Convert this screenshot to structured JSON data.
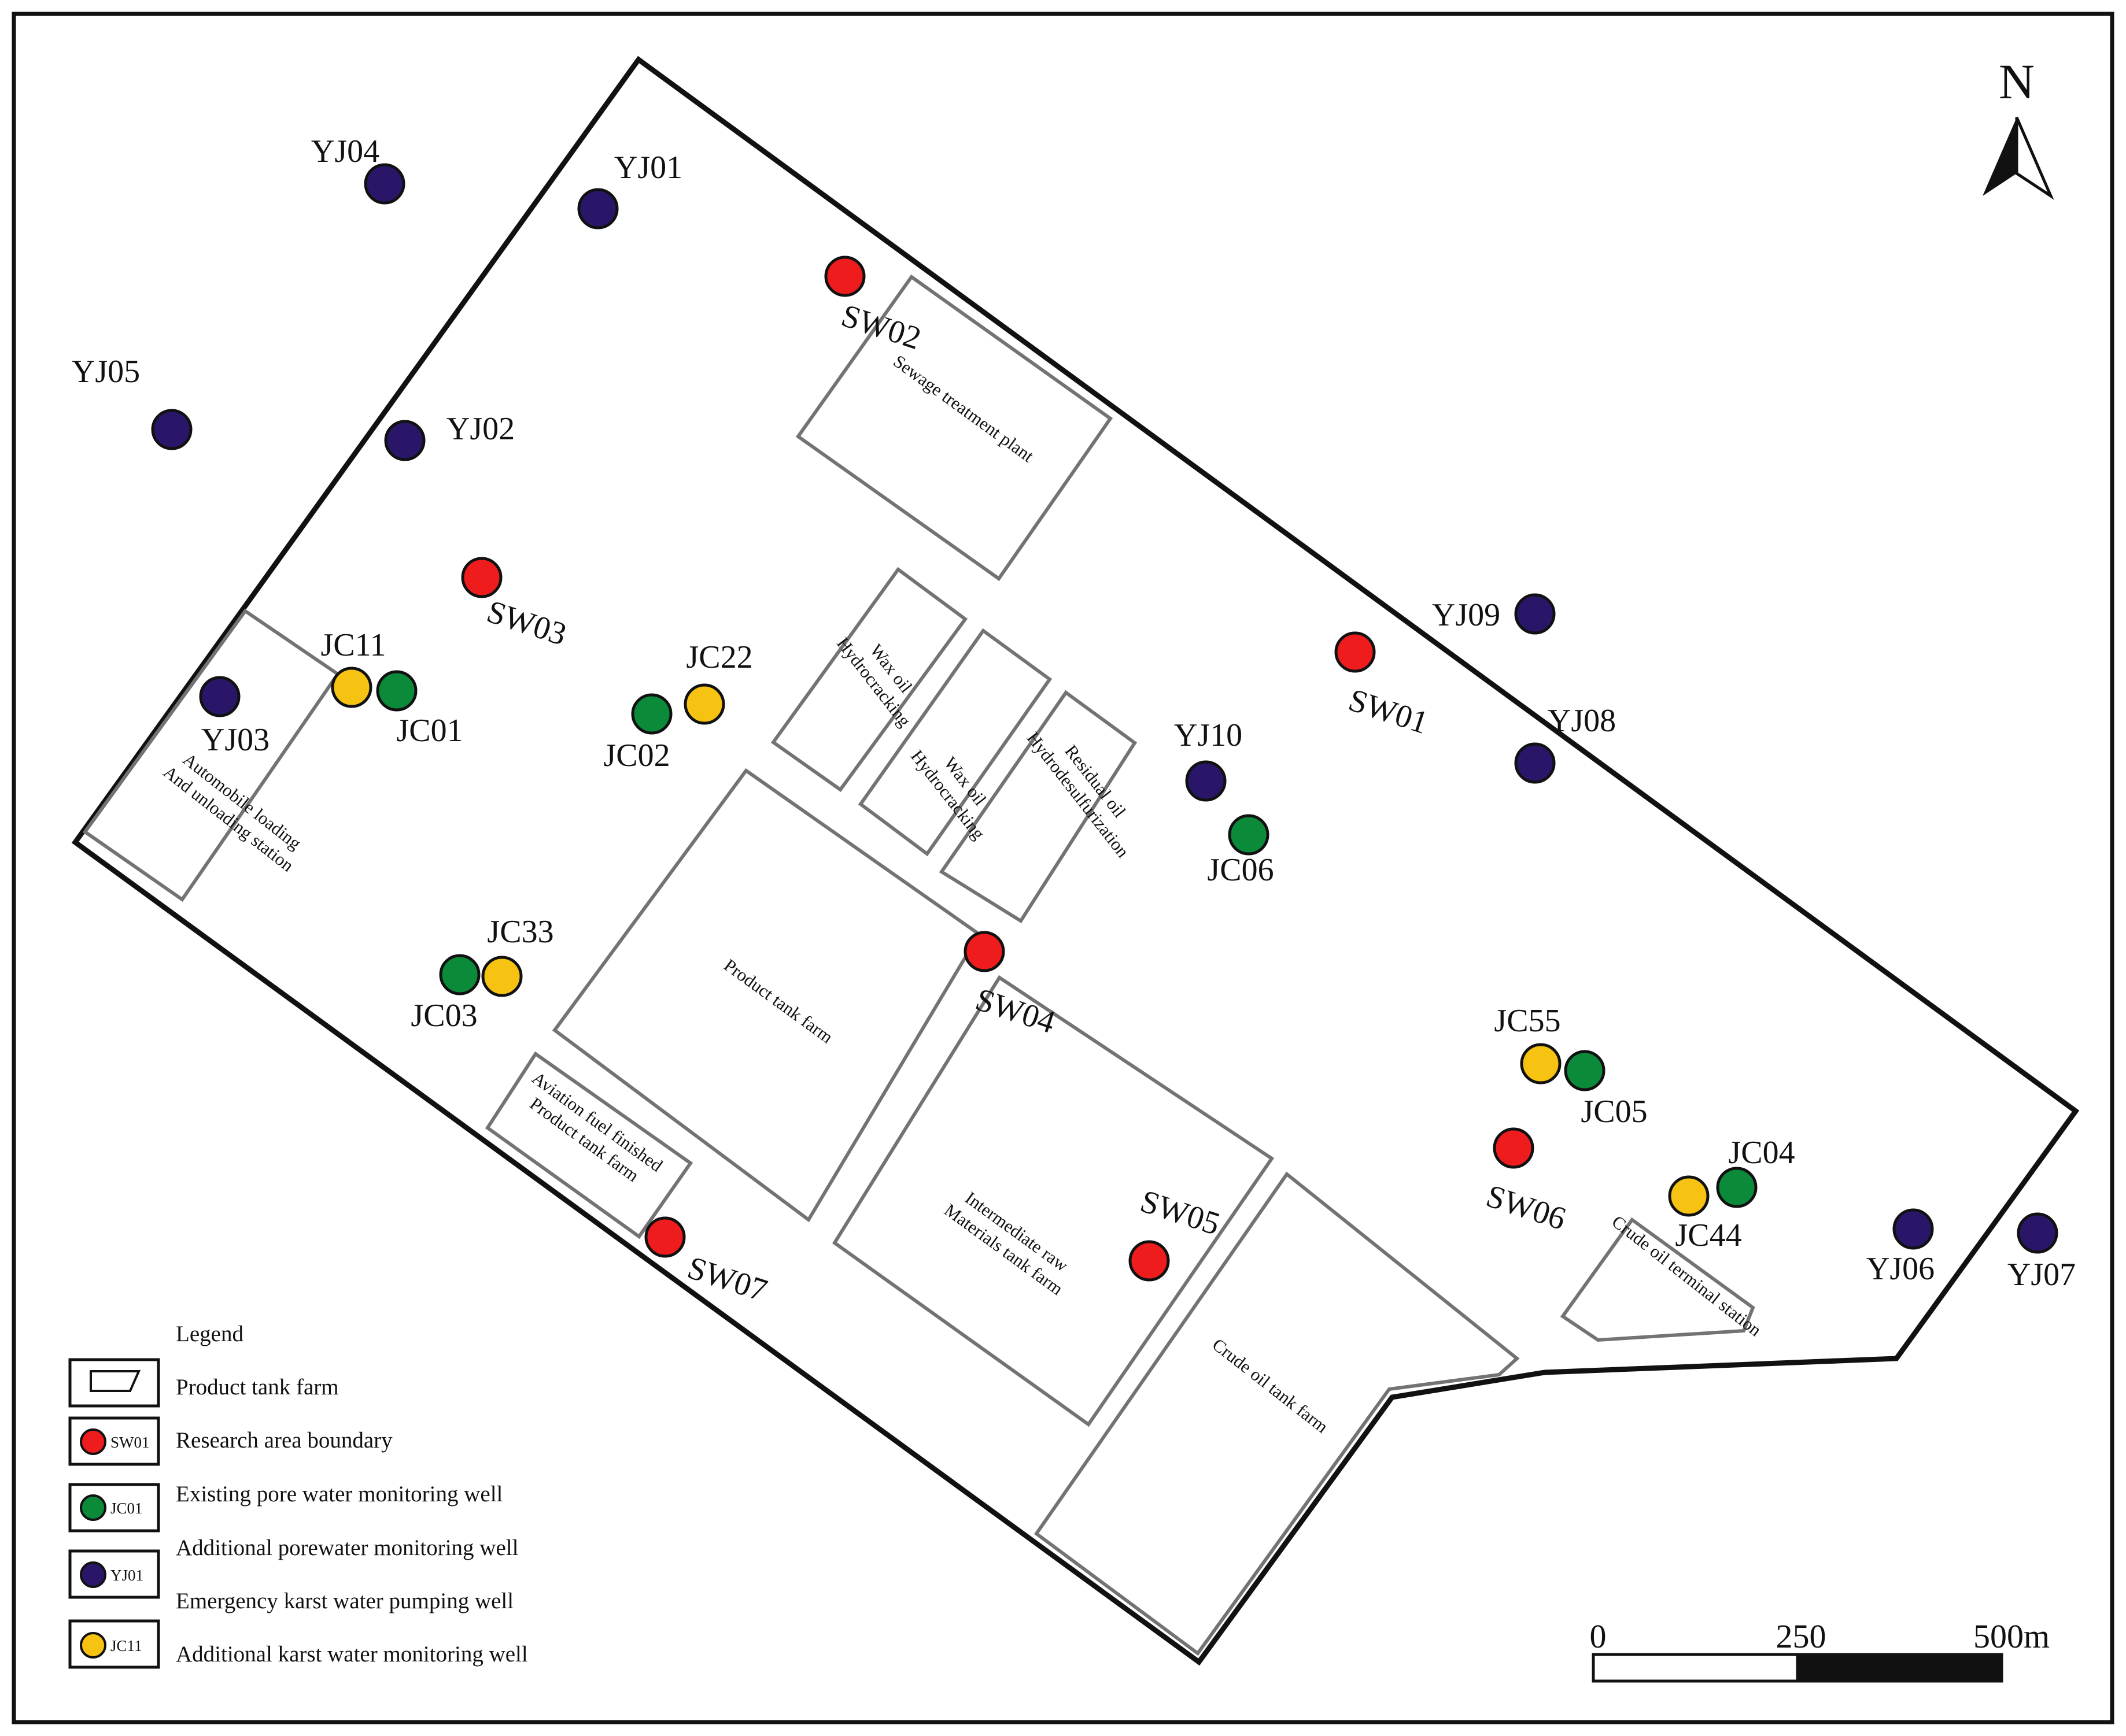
{
  "map": {
    "north_label": "N",
    "colors": {
      "research_boundary_well": "#ee1c1c",
      "existing_pore_well": "#0b8a3a",
      "emergency_pumping_well": "#2a1668",
      "additional_karst_well": "#f7c312",
      "outline": "#111111",
      "facility_outline": "#737373"
    },
    "facilities": [
      {
        "id": "sewage",
        "text": "Sewage treatment plant"
      },
      {
        "id": "wax1",
        "line1": "Wax oil",
        "line2": "Hydrocracking"
      },
      {
        "id": "wax2",
        "line1": "Wax oil",
        "line2": "Hydrocracking"
      },
      {
        "id": "residual",
        "line1": "Residual oil",
        "line2": "Hydrodesulfurization"
      },
      {
        "id": "auto",
        "line1": "Automobile loading",
        "line2": "And unloading station"
      },
      {
        "id": "product",
        "text": "Product tank farm"
      },
      {
        "id": "aviation",
        "line1": "Aviation fuel finished",
        "line2": "Product tank farm"
      },
      {
        "id": "intermediate",
        "line1": "Intermediate raw",
        "line2": "Materials tank farm"
      },
      {
        "id": "crude_farm",
        "text": "Crude oil tank farm"
      },
      {
        "id": "crude_terminal",
        "text": "Crude oil terminal station"
      }
    ],
    "wells": [
      {
        "id": "SW01",
        "type": "research_boundary_well"
      },
      {
        "id": "SW02",
        "type": "research_boundary_well"
      },
      {
        "id": "SW03",
        "type": "research_boundary_well"
      },
      {
        "id": "SW04",
        "type": "research_boundary_well"
      },
      {
        "id": "SW05",
        "type": "research_boundary_well"
      },
      {
        "id": "SW06",
        "type": "research_boundary_well"
      },
      {
        "id": "SW07",
        "type": "research_boundary_well"
      },
      {
        "id": "JC01",
        "type": "existing_pore_well"
      },
      {
        "id": "JC02",
        "type": "existing_pore_well"
      },
      {
        "id": "JC03",
        "type": "existing_pore_well"
      },
      {
        "id": "JC04",
        "type": "existing_pore_well"
      },
      {
        "id": "JC05",
        "type": "existing_pore_well"
      },
      {
        "id": "JC06",
        "type": "existing_pore_well"
      },
      {
        "id": "JC11",
        "type": "additional_karst_well"
      },
      {
        "id": "JC22",
        "type": "additional_karst_well"
      },
      {
        "id": "JC33",
        "type": "additional_karst_well"
      },
      {
        "id": "JC44",
        "type": "additional_karst_well"
      },
      {
        "id": "JC55",
        "type": "additional_karst_well"
      },
      {
        "id": "YJ01",
        "type": "emergency_pumping_well"
      },
      {
        "id": "YJ02",
        "type": "emergency_pumping_well"
      },
      {
        "id": "YJ03",
        "type": "emergency_pumping_well"
      },
      {
        "id": "YJ04",
        "type": "emergency_pumping_well"
      },
      {
        "id": "YJ05",
        "type": "emergency_pumping_well"
      },
      {
        "id": "YJ06",
        "type": "emergency_pumping_well"
      },
      {
        "id": "YJ07",
        "type": "emergency_pumping_well"
      },
      {
        "id": "YJ08",
        "type": "emergency_pumping_well"
      },
      {
        "id": "YJ09",
        "type": "emergency_pumping_well"
      },
      {
        "id": "YJ10",
        "type": "emergency_pumping_well"
      }
    ],
    "legend": {
      "title": "Legend",
      "items": [
        "Product tank farm",
        "Research area boundary",
        "Existing pore water monitoring well",
        "Additional porewater monitoring well",
        "Emergency karst water pumping well",
        "Additional karst water monitoring well"
      ],
      "symbol_labels": [
        "SW01",
        "JC01",
        "YJ01",
        "JC11"
      ]
    },
    "scale": {
      "ticks": [
        "0",
        "250",
        "500m"
      ]
    }
  }
}
